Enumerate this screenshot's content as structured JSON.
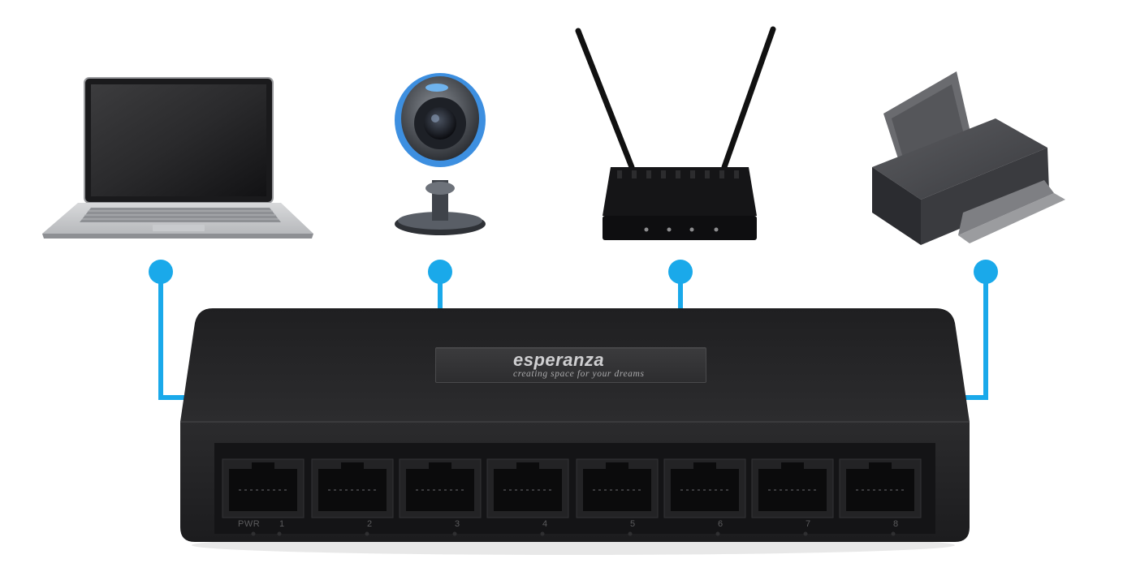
{
  "brand": {
    "name": "esperanza",
    "tagline": "creating space for your dreams"
  },
  "switch": {
    "power_label": "PWR",
    "ports": [
      "1",
      "2",
      "3",
      "4",
      "5",
      "6",
      "7",
      "8"
    ]
  },
  "devices": [
    {
      "name": "laptop",
      "icon": "laptop-icon"
    },
    {
      "name": "webcam",
      "icon": "webcam-icon"
    },
    {
      "name": "router",
      "icon": "router-icon"
    },
    {
      "name": "printer",
      "icon": "printer-icon"
    }
  ],
  "colors": {
    "connector": "#1aa9ea",
    "switch_body": "#2a2a2c",
    "webcam_accent": "#3d8fe0"
  }
}
